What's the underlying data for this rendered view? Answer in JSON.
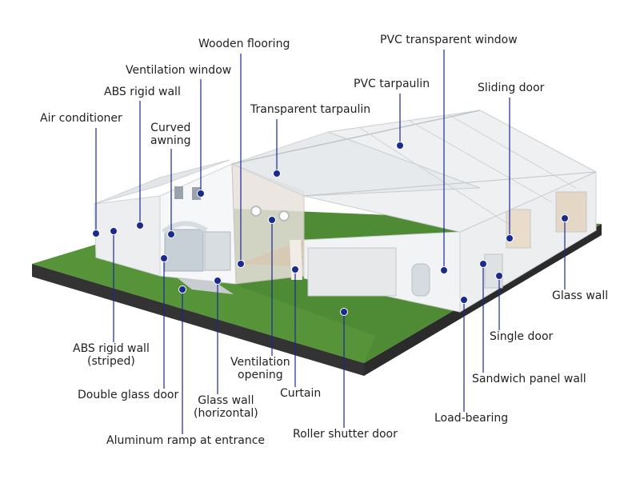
{
  "colors": {
    "marker": "#1b2a8f",
    "leader_line": "#1b2a8f",
    "grass": "#4f8a34",
    "base_edge": "#3a3a3a",
    "roof": "#eef0f2",
    "wall": "#f4f5f6",
    "label_text": "#222222"
  },
  "labels": {
    "wooden_flooring": "Wooden flooring",
    "pvc_transparent_window": "PVC transparent window",
    "ventilation_window": "Ventilation window",
    "abs_rigid_wall": "ABS rigid wall",
    "pvc_tarpaulin": "PVC tarpaulin",
    "sliding_door": "Sliding door",
    "transparent_tarpaulin": "Transparent tarpaulin",
    "air_conditioner": "Air conditioner",
    "curved_awning_1": "Curved",
    "curved_awning_2": "awning",
    "glass_wall": "Glass wall",
    "single_door": "Single door",
    "abs_rigid_wall_striped_1": "ABS rigid wall",
    "abs_rigid_wall_striped_2": "(striped)",
    "ventilation_opening_1": "Ventilation",
    "ventilation_opening_2": "opening",
    "sandwich_panel_wall": "Sandwich panel wall",
    "curtain": "Curtain",
    "double_glass_door": "Double glass door",
    "glass_wall_horizontal_1": "Glass wall",
    "glass_wall_horizontal_2": "(horizontal)",
    "load_bearing": "Load-bearing",
    "roller_shutter_door": "Roller shutter door",
    "aluminum_ramp": "Aluminum ramp at entrance"
  }
}
